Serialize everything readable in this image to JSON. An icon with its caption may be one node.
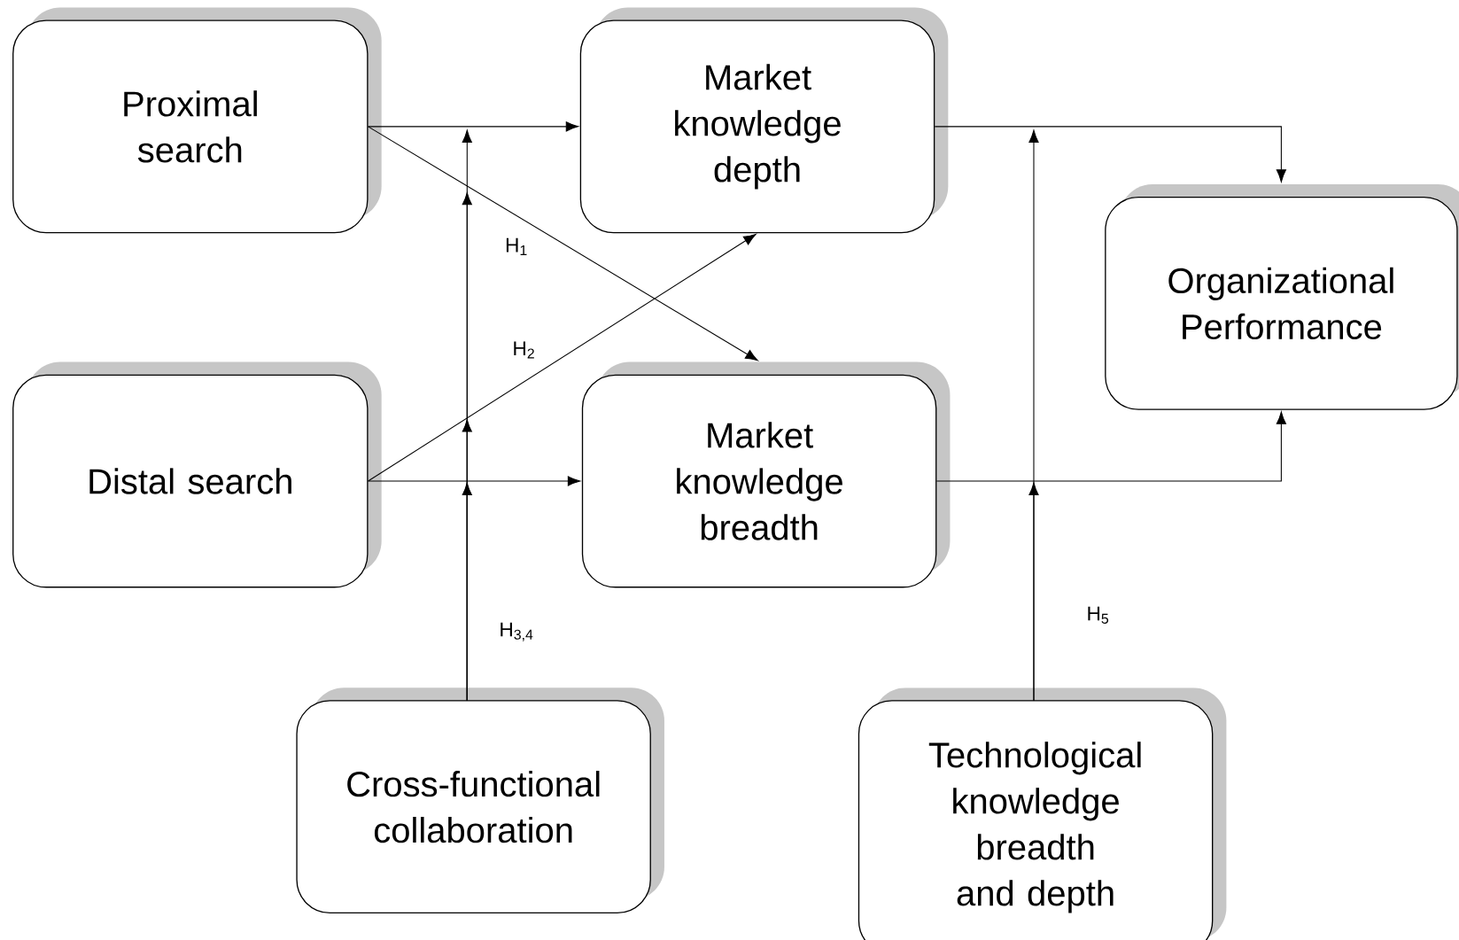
{
  "diagram": {
    "nodes": [
      {
        "text": [
          "Proximal search"
        ]
      },
      {
        "text": [
          "Market knowledge depth"
        ]
      },
      {
        "text": [
          "Organizational Performance"
        ]
      },
      {
        "text": [
          "Distal search"
        ]
      },
      {
        "text": [
          "Market knowledge breadth"
        ]
      },
      {
        "text": [
          "Cross-functional collaboration"
        ]
      },
      {
        "text": [
          "Technological knowledge breadth and depth"
        ]
      }
    ],
    "edges": [
      {
        "from": 0,
        "to": 1,
        "arrow": "to"
      },
      {
        "from": 0,
        "to": 4,
        "arrow": "to"
      },
      {
        "from": 3,
        "to": 1,
        "arrow": "to"
      },
      {
        "from": 3,
        "to": 4,
        "arrow": "to"
      },
      {
        "from": 1,
        "to": 2,
        "arrow": "to"
      },
      {
        "from": 4,
        "to": 2,
        "arrow": "to"
      },
      {
        "from": 5,
        "to": null,
        "arrow": "to"
      },
      {
        "from": 5,
        "to": null,
        "arrow": "to"
      },
      {
        "from": 5,
        "to": null,
        "arrow": "to"
      },
      {
        "from": 5,
        "to": null,
        "arrow": "to"
      },
      {
        "from": 6,
        "to": null,
        "arrow": "to"
      },
      {
        "from": 6,
        "to": null,
        "arrow": "to"
      }
    ],
    "labels": [
      "H$_{1}$",
      "H$_{2}$",
      "H$_{3,4}$",
      "H$_{5}$"
    ]
  }
}
